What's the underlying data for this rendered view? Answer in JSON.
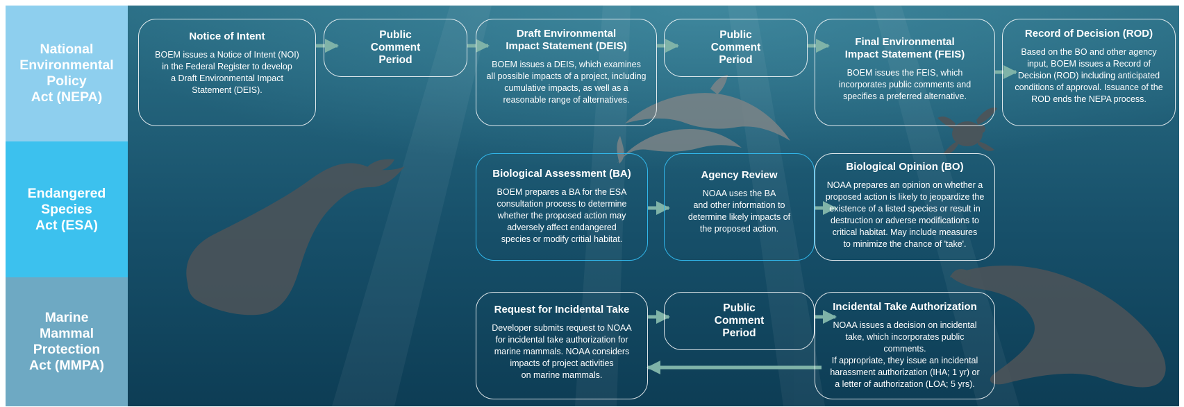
{
  "acts": {
    "nepa": "National\nEnvironmental\nPolicy\nAct (NEPA)",
    "esa": "Endangered\nSpecies\nAct (ESA)",
    "mmpa": "Marine\nMammal\nProtection\nAct (MMPA)"
  },
  "nepa": {
    "noi": {
      "title": "Notice of Intent",
      "desc": "BOEM issues a Notice of Intent (NOI)\nin the Federal Register to develop\na Draft Environmental Impact\nStatement (DEIS)."
    },
    "comment1": {
      "title": "Public\nComment\nPeriod"
    },
    "deis": {
      "title": "Draft Environmental\nImpact Statement (DEIS)",
      "desc": "BOEM issues a DEIS, which examines\nall possible impacts of a project, including\ncumulative impacts, as well as a\nreasonable range of alternatives."
    },
    "comment2": {
      "title": "Public\nComment\nPeriod"
    },
    "feis": {
      "title": "Final Environmental\nImpact Statement (FEIS)",
      "desc": "BOEM issues the FEIS, which\nincorporates public comments and\nspecifies a preferred alternative."
    },
    "rod": {
      "title": "Record of Decision (ROD)",
      "desc": "Based on the BO and other agency\ninput, BOEM issues a Record of\nDecision (ROD) including anticipated\nconditions of approval. Issuance of the\nROD ends the NEPA process."
    }
  },
  "esa": {
    "ba": {
      "title": "Biological Assessment (BA)",
      "desc": "BOEM prepares a BA for the ESA\nconsultation process to determine\nwhether the proposed action may\nadversely affect endangered\nspecies or modify critial habitat."
    },
    "review": {
      "title": "Agency Review",
      "desc": "NOAA uses the BA\nand other information to\ndetermine likely impacts of\nthe proposed action."
    },
    "bo": {
      "title": "Biological Opinion (BO)",
      "desc": "NOAA prepares an opinion on whether a\nproposed action is likely to jeopardize the\nexistence of a listed species or result in\ndestruction or adverse modifications to\ncritical habitat. May include measures\nto minimize the chance of 'take'."
    }
  },
  "mmpa": {
    "request": {
      "title": "Request for Incidental Take",
      "desc": "Developer submits request to NOAA\nfor incidental take authorization for\nmarine mammals. NOAA considers\nimpacts of project activities\non marine mammals."
    },
    "comment": {
      "title": "Public\nComment\nPeriod"
    },
    "ita": {
      "title": "Incidental Take Authorization",
      "desc": "NOAA issues a decision on incidental\ntake, which incorporates public comments.\nIf appropriate, they issue an incidental\nharassment authorization (IHA; 1 yr) or\na letter of authorization (LOA; 5 yrs)."
    }
  },
  "colors": {
    "ocean_top": "#2b6f86",
    "ocean_bottom": "#0d3d55",
    "arrow": "#7fb3a8",
    "box_border_esa": "#31b6ea"
  },
  "icons": [
    "right-whale-icon",
    "dolphin-icon",
    "sea-turtle-icon",
    "humpback-whale-icon"
  ]
}
